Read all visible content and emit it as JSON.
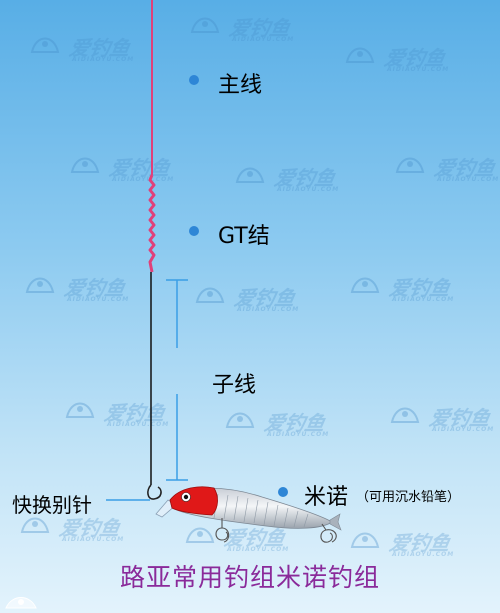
{
  "labels": {
    "main_line": "主线",
    "gt_knot": "GT结",
    "leader": "子线",
    "quick_snap": "快换别针",
    "minnow": "米诺",
    "minnow_note": "（可用沉水铅笔）"
  },
  "caption": "路亚常用钓组米诺钓组",
  "watermark": {
    "text": "爱钓鱼",
    "subtitle": "AIDIAOYU.COM"
  },
  "colors": {
    "main_line": "#e0407a",
    "leader": "#111111",
    "bracket": "#3a9ee6",
    "dot": "#2e86d6",
    "caption": "#8a2a9a",
    "lure_head": "#e01818"
  }
}
